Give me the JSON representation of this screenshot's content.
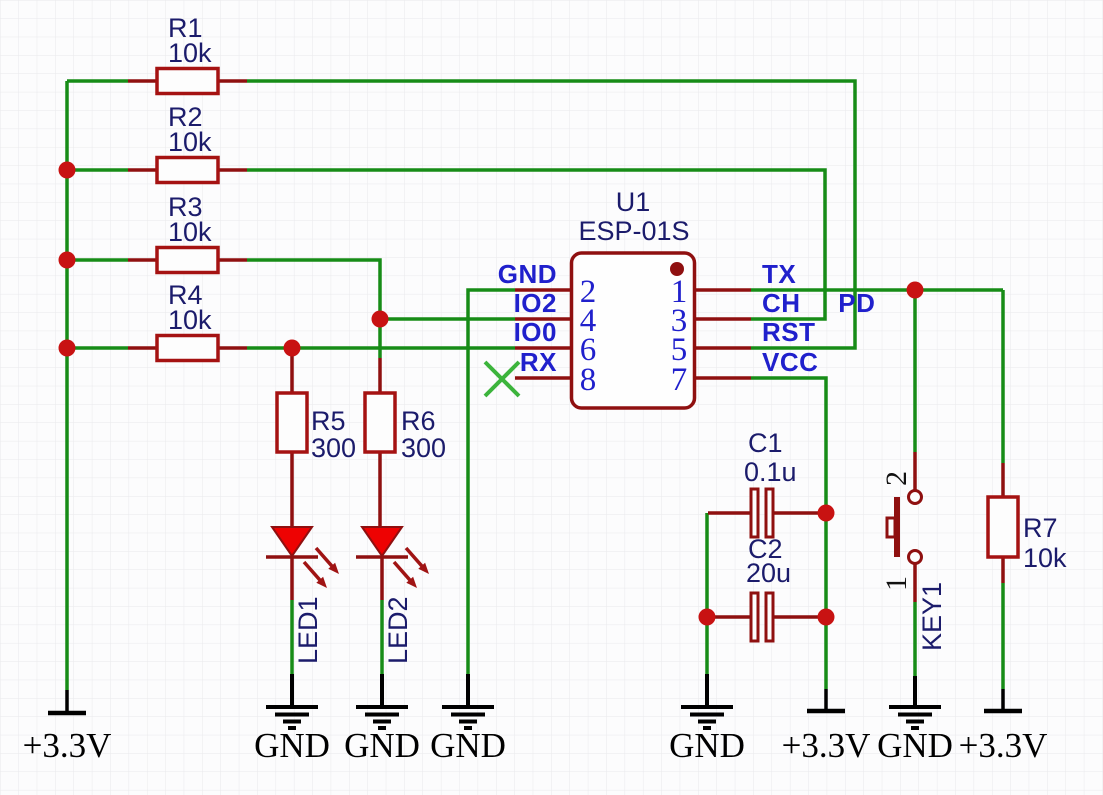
{
  "colors": {
    "wire": "#178c17",
    "component_outline": "#8f1010",
    "resistor_outline": "#a51212",
    "led_fill": "#ee0202",
    "junction_dot": "#c81212",
    "reference_label": "#1b1b6b",
    "pin_text": "#2020cc",
    "no_connect": "#3cb43c",
    "power_symbol_text": "#000000"
  },
  "components": {
    "u1": {
      "ref": "U1",
      "part": "ESP-01S",
      "left_pins": [
        {
          "num": "2",
          "name": "GND"
        },
        {
          "num": "4",
          "name": "IO2"
        },
        {
          "num": "6",
          "name": "IO0"
        },
        {
          "num": "8",
          "name": "RX"
        }
      ],
      "right_pins": [
        {
          "num": "1",
          "name": "TX"
        },
        {
          "num": "3",
          "name": "CH PD"
        },
        {
          "num": "5",
          "name": "RST"
        },
        {
          "num": "7",
          "name": "VCC"
        }
      ]
    },
    "r1": {
      "ref": "R1",
      "value": "10k"
    },
    "r2": {
      "ref": "R2",
      "value": "10k"
    },
    "r3": {
      "ref": "R3",
      "value": "10k"
    },
    "r4": {
      "ref": "R4",
      "value": "10k"
    },
    "r5": {
      "ref": "R5",
      "value": "300"
    },
    "r6": {
      "ref": "R6",
      "value": "300"
    },
    "r7": {
      "ref": "R7",
      "value": "10k"
    },
    "c1": {
      "ref": "C1",
      "value": "0.1u"
    },
    "c2": {
      "ref": "C2",
      "value": "20u"
    },
    "led1": {
      "ref": "LED1"
    },
    "led2": {
      "ref": "LED2"
    },
    "key1": {
      "ref": "KEY1",
      "pin1": "1",
      "pin2": "2"
    }
  },
  "ports": [
    {
      "label": "+3.3V"
    },
    {
      "label": "GND"
    },
    {
      "label": "GND"
    },
    {
      "label": "GND"
    },
    {
      "label": "GND"
    },
    {
      "label": "+3.3V"
    },
    {
      "label": "GND"
    },
    {
      "label": "+3.3V"
    }
  ]
}
